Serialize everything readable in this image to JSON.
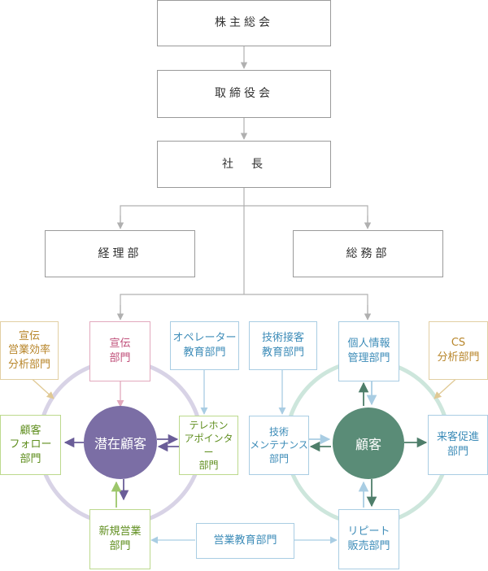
{
  "org": {
    "shareholders": "株主総会",
    "board": "取締役会",
    "president": "社　長",
    "accounting": "経理部",
    "general_affairs": "総務部"
  },
  "left_group": {
    "pr_efficiency": "宣伝\n営業効率\n分析部門",
    "pr_dept": "宣伝\n部門",
    "operator_training": "オペレーター\n教育部門",
    "follow_dept": "顧客\nフォロー\n部門",
    "telephone_appointer": "テレホン\nアポインター\n部門",
    "new_sales": "新規営業\n部門",
    "center": "潜在顧客"
  },
  "right_group": {
    "tech_service_training": "技術接客\n教育部門",
    "personal_info": "個人情報\n管理部門",
    "cs_analysis": "CS\n分析部門",
    "tech_maintenance": "技術\nメンテナンス\n部門",
    "visit_promotion": "来客促進\n部門",
    "repeat_sales": "リピート\n販売部門",
    "center": "顧客"
  },
  "bottom": {
    "sales_training": "営業教育部門"
  },
  "colors": {
    "org_border": "#9a9a9a",
    "connector": "#b0b0b0",
    "left_ring": "#d8d3e6",
    "right_ring": "#cde6dc",
    "left_center": "#7b6ea5",
    "right_center": "#5a8c77",
    "beige": "#e2cfa3",
    "pink": "#e2a9bd",
    "blue": "#a9cde3",
    "green": "#bcd98d"
  }
}
